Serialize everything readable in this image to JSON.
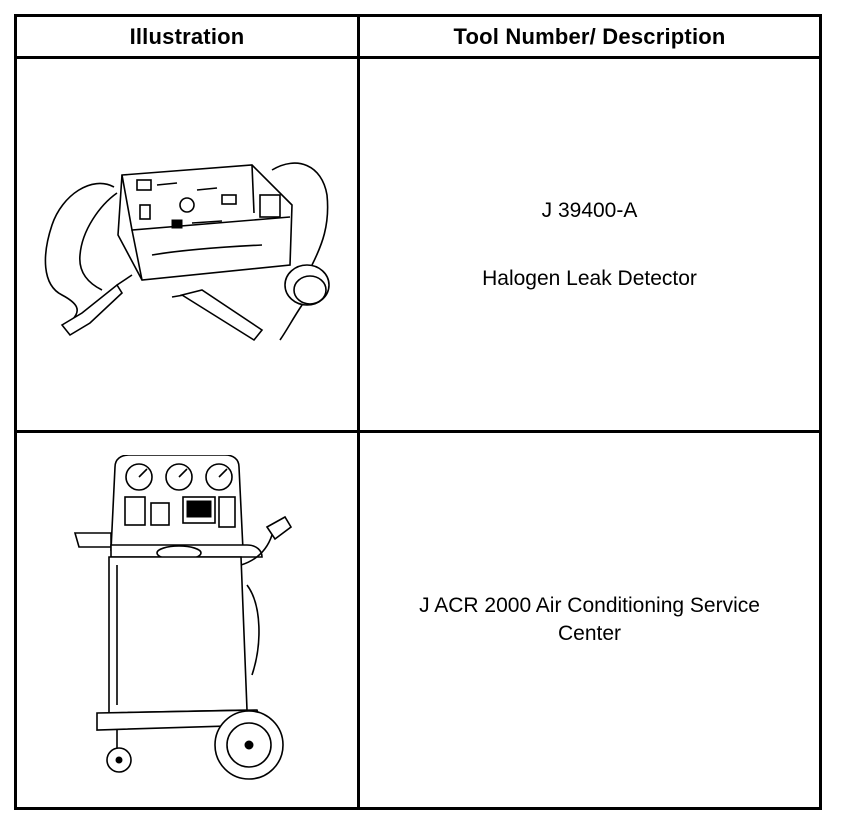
{
  "table": {
    "headers": {
      "illustration": "Illustration",
      "description": "Tool Number/ Description"
    },
    "rows": [
      {
        "illustration_icon": "halogen-leak-detector-illustration",
        "tool_number": "J 39400-A",
        "description": "Halogen Leak Detector"
      },
      {
        "illustration_icon": "air-conditioning-service-center-illustration",
        "description_lines": [
          "J ACR 2000 Air Conditioning Service",
          "Center"
        ]
      }
    ]
  }
}
